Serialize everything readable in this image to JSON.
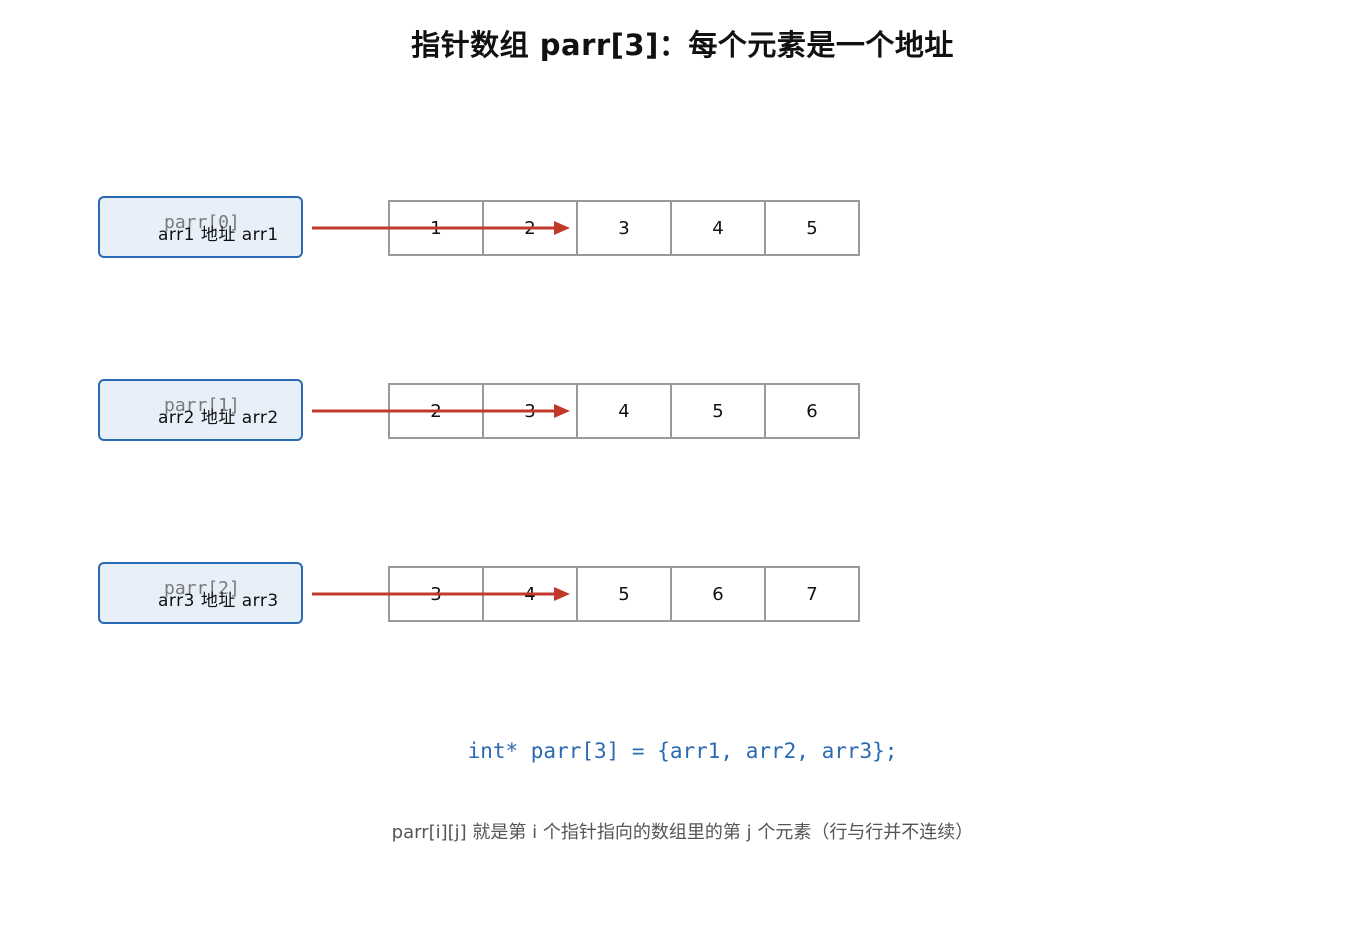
{
  "title": "指针数组 parr[3]：每个元素是一个地址",
  "colors": {
    "box_fill": "#e7eff9",
    "box_border": "#2a6ab3",
    "arrow": "#c0392b",
    "cell_border": "#9a9a9a",
    "code_text": "#2a6ab3"
  },
  "rows": [
    {
      "name": "parr[0]",
      "value": "arr1 地址 arr1",
      "cells": [
        "1",
        "2",
        "3",
        "4",
        "5"
      ]
    },
    {
      "name": "parr[1]",
      "value": "arr2 地址 arr2",
      "cells": [
        "2",
        "3",
        "4",
        "5",
        "6"
      ]
    },
    {
      "name": "parr[2]",
      "value": "arr3 地址 arr3",
      "cells": [
        "3",
        "4",
        "5",
        "6",
        "7"
      ]
    }
  ],
  "code": "int* parr[3] = {arr1, arr2, arr3};",
  "note": "parr[i][j] 就是第 i 个指针指向的数组里的第 j 个元素（行与行并不连续）"
}
